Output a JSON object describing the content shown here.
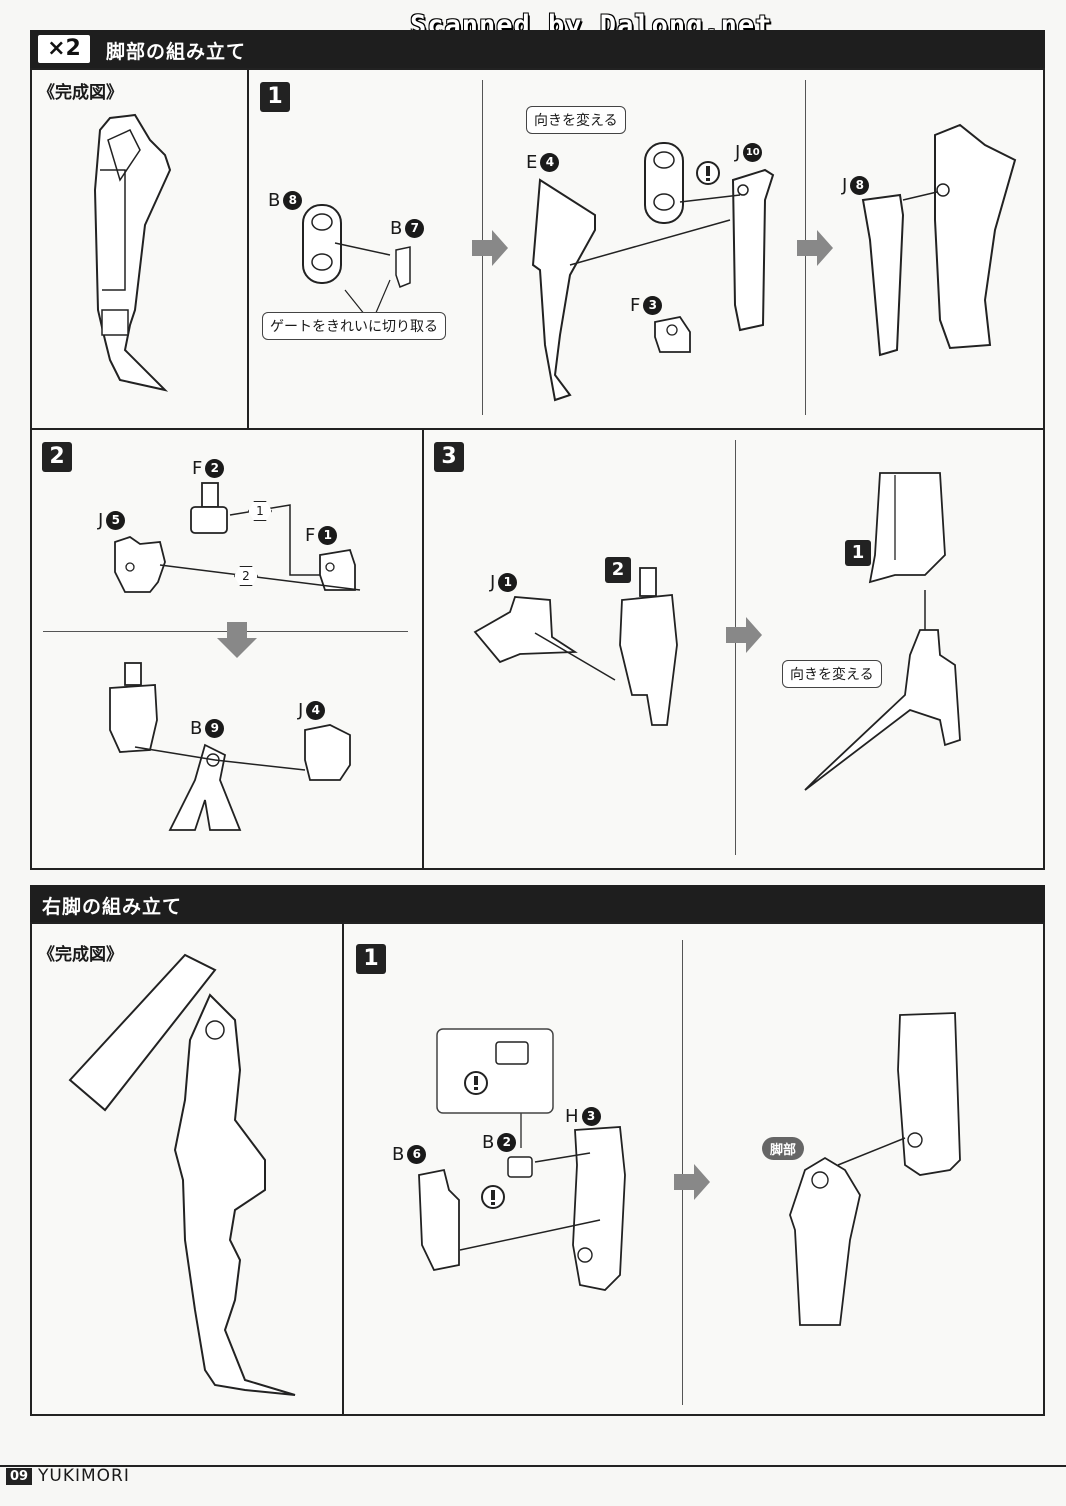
{
  "watermark": "Scanned by Dalong.net",
  "section1": {
    "multiplier": "×2",
    "title": "脚部の組み立て",
    "completed_label": "《完成図》",
    "step1": {
      "number": "1",
      "parts": {
        "b8": "B",
        "b8n": "8",
        "b7": "B",
        "b7n": "7",
        "e4": "E",
        "e4n": "4",
        "j10": "J",
        "j10n": "10",
        "f3": "F",
        "f3n": "3",
        "j8": "J",
        "j8n": "8"
      },
      "callout_gate": "ゲートをきれいに切り取る",
      "callout_turn": "向きを変える"
    },
    "step2": {
      "number": "2",
      "parts": {
        "f2": "F",
        "f2n": "2",
        "j5": "J",
        "j5n": "5",
        "f1": "F",
        "f1n": "1",
        "b9": "B",
        "b9n": "9",
        "j4": "J",
        "j4n": "4"
      },
      "order1": "1",
      "order2": "2"
    },
    "step3": {
      "number": "3",
      "parts": {
        "j1": "J",
        "j1n": "1"
      },
      "sub2": "2",
      "sub1": "1",
      "callout_turn": "向きを変える"
    }
  },
  "section2": {
    "title": "右脚の組み立て",
    "completed_label": "《完成図》",
    "step1": {
      "number": "1",
      "parts": {
        "b6": "B",
        "b6n": "6",
        "b2": "B",
        "b2n": "2",
        "h3": "H",
        "h3n": "3"
      },
      "leg_tag": "脚部"
    }
  },
  "footer": {
    "page": "09",
    "name": "YUKIMORI"
  }
}
